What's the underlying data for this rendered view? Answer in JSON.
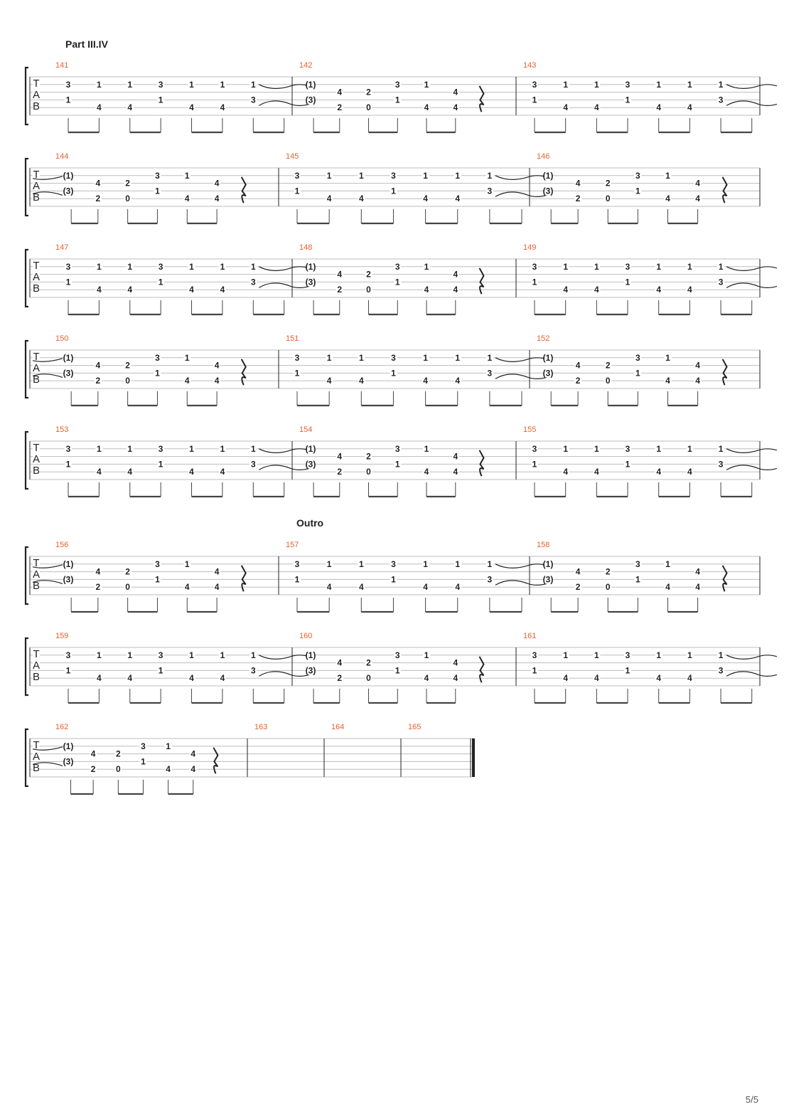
{
  "sections": [
    {
      "title": "Part III.IV",
      "system": 0
    },
    {
      "title": "Outro",
      "system": 5
    }
  ],
  "page_number": "5/5",
  "colors": {
    "measure_number": "#e8602c",
    "ink": "#222222",
    "staff_line": "#bdbdbd"
  },
  "clef_letters": [
    "T",
    "A",
    "B"
  ],
  "pattern_a": {
    "string2": [
      "3",
      "1",
      "1",
      "3",
      "1",
      "1",
      "1"
    ],
    "string4": [
      "1",
      "",
      "",
      "1",
      "",
      "",
      "3"
    ],
    "string5": [
      "",
      "4",
      "4",
      "",
      "4",
      "4",
      ""
    ],
    "notes": "tied into next bar"
  },
  "pattern_b": {
    "string2": [
      "(1)",
      "",
      "",
      "3",
      "1",
      ""
    ],
    "string3": [
      "",
      "4",
      "2",
      "",
      "",
      "4"
    ],
    "string4": [
      "(3)",
      "",
      "",
      "1",
      "",
      ""
    ],
    "string5": [
      "",
      "2",
      "0",
      "",
      "4",
      "4"
    ],
    "rest": "quarter-rest"
  },
  "systems": [
    {
      "measures": [
        {
          "number": "141",
          "pattern": "A"
        },
        {
          "number": "142",
          "pattern": "B"
        },
        {
          "number": "143",
          "pattern": "A"
        }
      ]
    },
    {
      "measures": [
        {
          "number": "144",
          "pattern": "B"
        },
        {
          "number": "145",
          "pattern": "A"
        },
        {
          "number": "146",
          "pattern": "B"
        }
      ]
    },
    {
      "measures": [
        {
          "number": "147",
          "pattern": "A"
        },
        {
          "number": "148",
          "pattern": "B"
        },
        {
          "number": "149",
          "pattern": "A"
        }
      ]
    },
    {
      "measures": [
        {
          "number": "150",
          "pattern": "B"
        },
        {
          "number": "151",
          "pattern": "A"
        },
        {
          "number": "152",
          "pattern": "B"
        }
      ]
    },
    {
      "measures": [
        {
          "number": "153",
          "pattern": "A"
        },
        {
          "number": "154",
          "pattern": "B"
        },
        {
          "number": "155",
          "pattern": "A"
        }
      ]
    },
    {
      "measures": [
        {
          "number": "156",
          "pattern": "B"
        },
        {
          "number": "157",
          "pattern": "A"
        },
        {
          "number": "158",
          "pattern": "B"
        }
      ]
    },
    {
      "measures": [
        {
          "number": "159",
          "pattern": "A"
        },
        {
          "number": "160",
          "pattern": "B"
        },
        {
          "number": "161",
          "pattern": "A"
        }
      ]
    },
    {
      "measures": [
        {
          "number": "162",
          "pattern": "B"
        },
        {
          "number": "163",
          "pattern": "empty"
        },
        {
          "number": "164",
          "pattern": "empty"
        },
        {
          "number": "165",
          "pattern": "empty",
          "final_barline": true
        }
      ]
    }
  ]
}
